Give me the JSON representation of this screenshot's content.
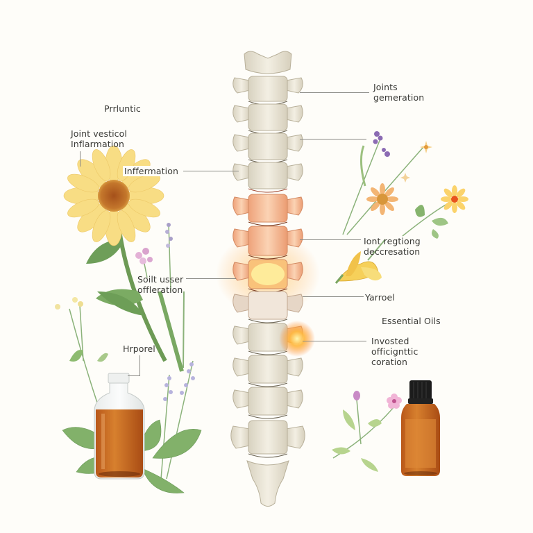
{
  "diagram": {
    "subject": "Lumbar / thoracic spine with herbal and essential oil remedies",
    "colors": {
      "background": "#fefdf9",
      "bone": "#ece7d8",
      "bone_shadow": "#c9c2ae",
      "inflamed": "#f3a77a",
      "inflamed_core": "#ffd66b",
      "glow": "#ff9a3a",
      "oil_amber": "#c8641c",
      "leaf": "#7fae6b",
      "sunflower_petal": "#f7dc80",
      "sunflower_center": "#b8631f",
      "label_text": "#3a3a36",
      "leader_line": "#8a8a85"
    },
    "labels": {
      "title_left": "Prrluntic",
      "joint_vesticol": [
        "Joint vesticol",
        "Inflarmation"
      ],
      "inffermation": "Inffermation",
      "soilt_usser": [
        "Soilt usser",
        "offleration"
      ],
      "hrporel": "Hrporel",
      "joints_gemeration": [
        "Joints",
        "gemeration"
      ],
      "iont_regtiong": [
        "Iont regtiong",
        "deccresation"
      ],
      "yarroel": "Yarroel",
      "essential_oils": "Essential Oils",
      "invosted": [
        "Invosted",
        "officignttic",
        "coration"
      ]
    },
    "vertebrae_count": 12,
    "inflamed_vertebrae": [
      5,
      6,
      7
    ],
    "hotspot": {
      "vertebra": 9,
      "side": "right"
    },
    "illustrations": [
      {
        "name": "sunflower",
        "position": "left-upper"
      },
      {
        "name": "pink-flowers-and-lavender",
        "position": "left-middle"
      },
      {
        "name": "yarrow-sprig",
        "position": "left-lower"
      },
      {
        "name": "clear-bottle-with-amber-oil",
        "position": "left-bottom"
      },
      {
        "name": "lavender-sprig",
        "position": "left-bottom"
      },
      {
        "name": "wildflower-bouquet",
        "position": "right-upper"
      },
      {
        "name": "yellow-lily",
        "position": "right-middle"
      },
      {
        "name": "pink-flower-sprig",
        "position": "right-bottom"
      },
      {
        "name": "amber-dropper-bottle",
        "position": "right-bottom"
      }
    ]
  }
}
